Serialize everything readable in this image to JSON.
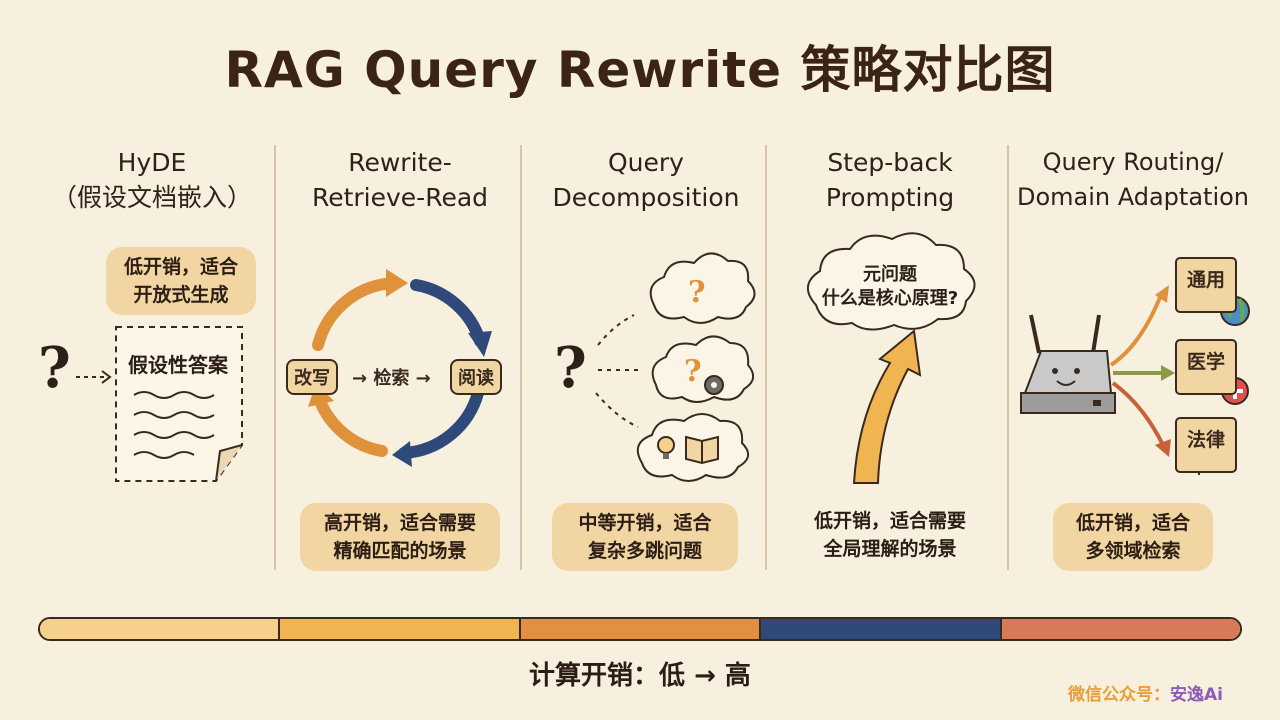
{
  "title": "RAG Query Rewrite 策略对比图",
  "strategies": [
    {
      "name_lines": [
        "HyDE",
        "（假设文档嵌入）"
      ],
      "note_lines": [
        "低开销，适合",
        "开放式生成"
      ],
      "diagram": {
        "label": "假设性答案"
      }
    },
    {
      "name_lines": [
        "Rewrite-",
        "Retrieve-Read"
      ],
      "note_lines": [
        "高开销，适合需要",
        "精确匹配的场景"
      ],
      "diagram": {
        "step1": "改写",
        "step2": "→ 检索 →",
        "step3": "阅读"
      }
    },
    {
      "name_lines": [
        "Query",
        "Decomposition"
      ],
      "note_lines": [
        "中等开销，适合",
        "复杂多跳问题"
      ],
      "diagram": {
        "qmark": "?"
      }
    },
    {
      "name_lines": [
        "Step-back",
        "Prompting"
      ],
      "note_lines": [
        "低开销，适合需要",
        "全局理解的场景"
      ],
      "diagram": {
        "cloud_lines": [
          "元问题",
          "什么是核心原理?"
        ]
      }
    },
    {
      "name_lines": [
        "Query Routing/",
        "Domain Adaptation"
      ],
      "note_lines": [
        "低开销，适合",
        "多领域检索"
      ],
      "diagram": {
        "domains": [
          "通用",
          "医学",
          "法律"
        ]
      }
    }
  ],
  "cost_bar": {
    "label": "计算开销：低 → 高",
    "colors": [
      "#f6d08c",
      "#f0b551",
      "#e28f42",
      "#2f4a7a",
      "#d87a5a"
    ]
  },
  "watermark": {
    "prefix": "微信公众号：",
    "brand": "安逸Ai"
  }
}
